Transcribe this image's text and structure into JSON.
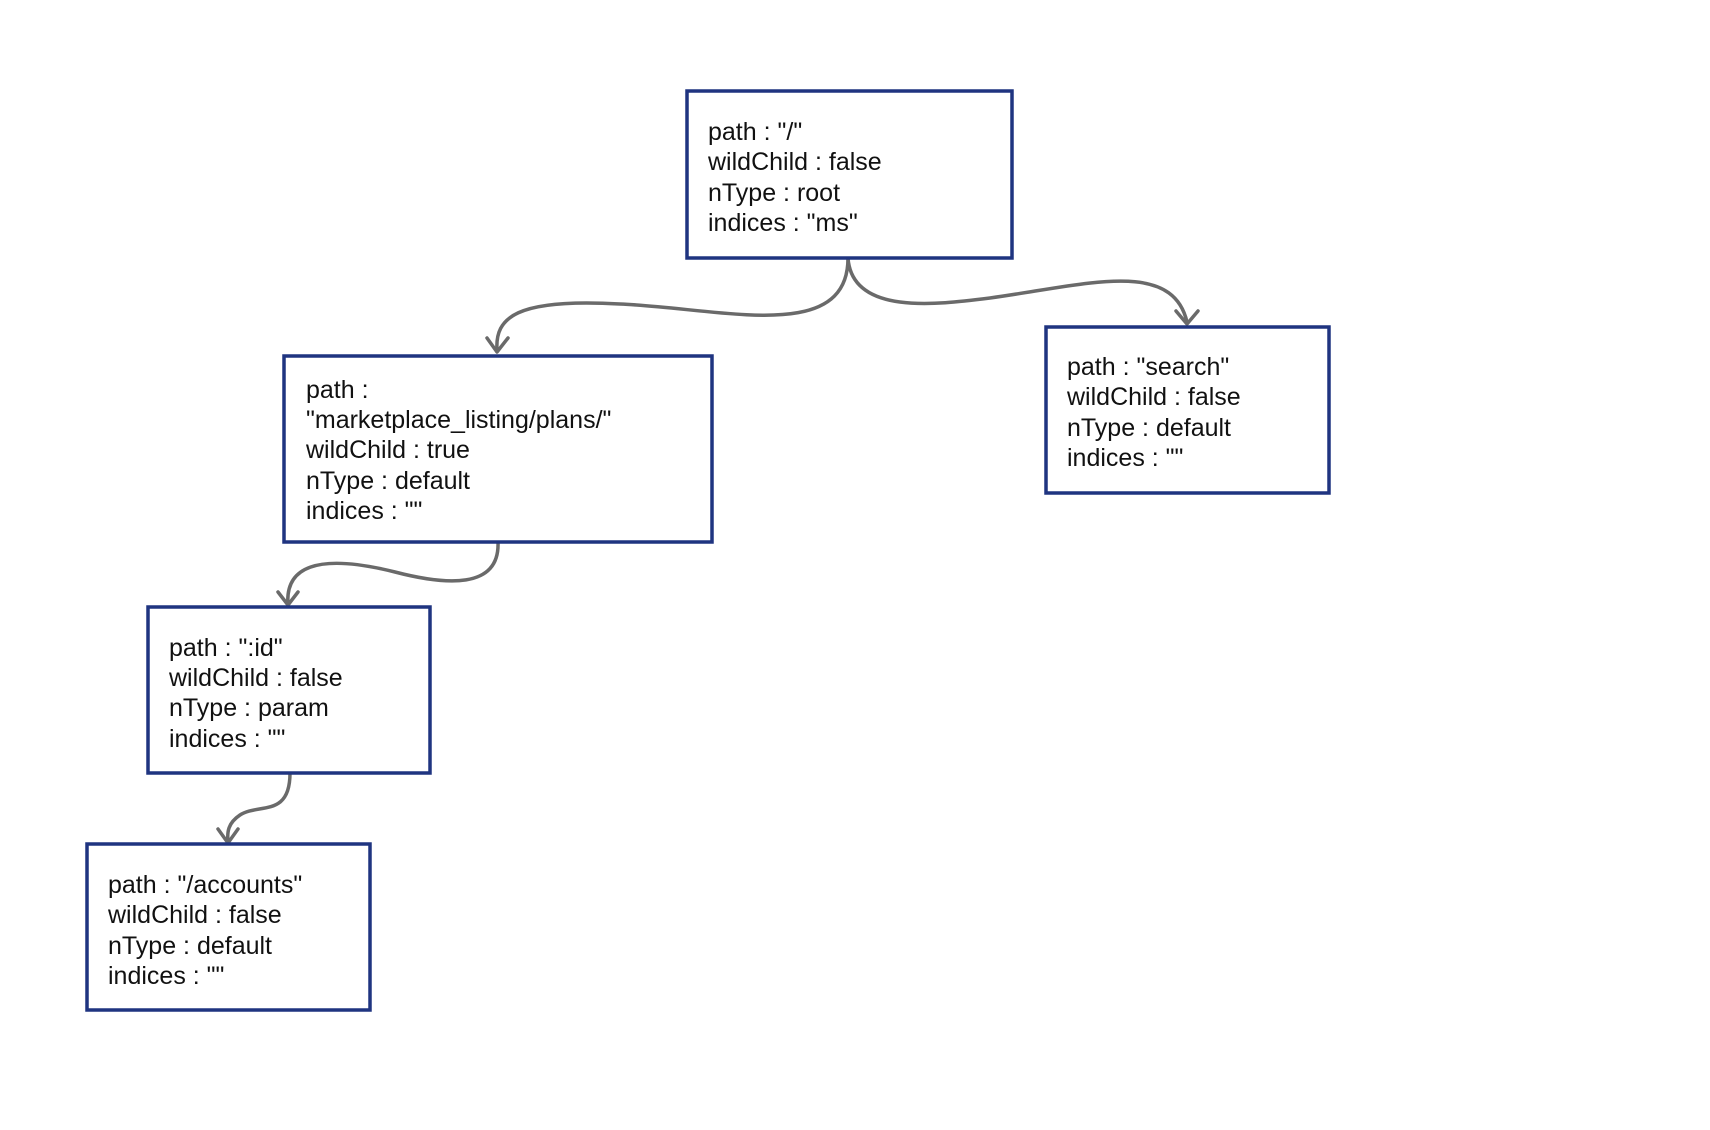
{
  "nodes": [
    {
      "id": "root",
      "lines": [
        "path : \"/\"",
        "wildChild : false",
        "nType : root",
        "indices : \"ms\""
      ]
    },
    {
      "id": "marketplace",
      "lines": [
        "path :",
        "\"marketplace_listing/plans/\"",
        "wildChild : true",
        "nType : default",
        "indices : \"\""
      ]
    },
    {
      "id": "search",
      "lines": [
        "path : \"search\"",
        "wildChild : false",
        "nType : default",
        "indices : \"\""
      ]
    },
    {
      "id": "id",
      "lines": [
        "path : \":id\"",
        "wildChild : false",
        "nType : param",
        "indices : \"\""
      ]
    },
    {
      "id": "accounts",
      "lines": [
        "path : \"/accounts\"",
        "wildChild : false",
        "nType : default",
        "indices : \"\""
      ]
    }
  ],
  "edges": [
    {
      "from": "root",
      "to": "marketplace"
    },
    {
      "from": "root",
      "to": "search"
    },
    {
      "from": "marketplace",
      "to": "id"
    },
    {
      "from": "id",
      "to": "accounts"
    }
  ],
  "colors": {
    "box_border": "#1f3480",
    "edge": "#6a6a6a",
    "text": "#111111",
    "background": "#ffffff"
  }
}
